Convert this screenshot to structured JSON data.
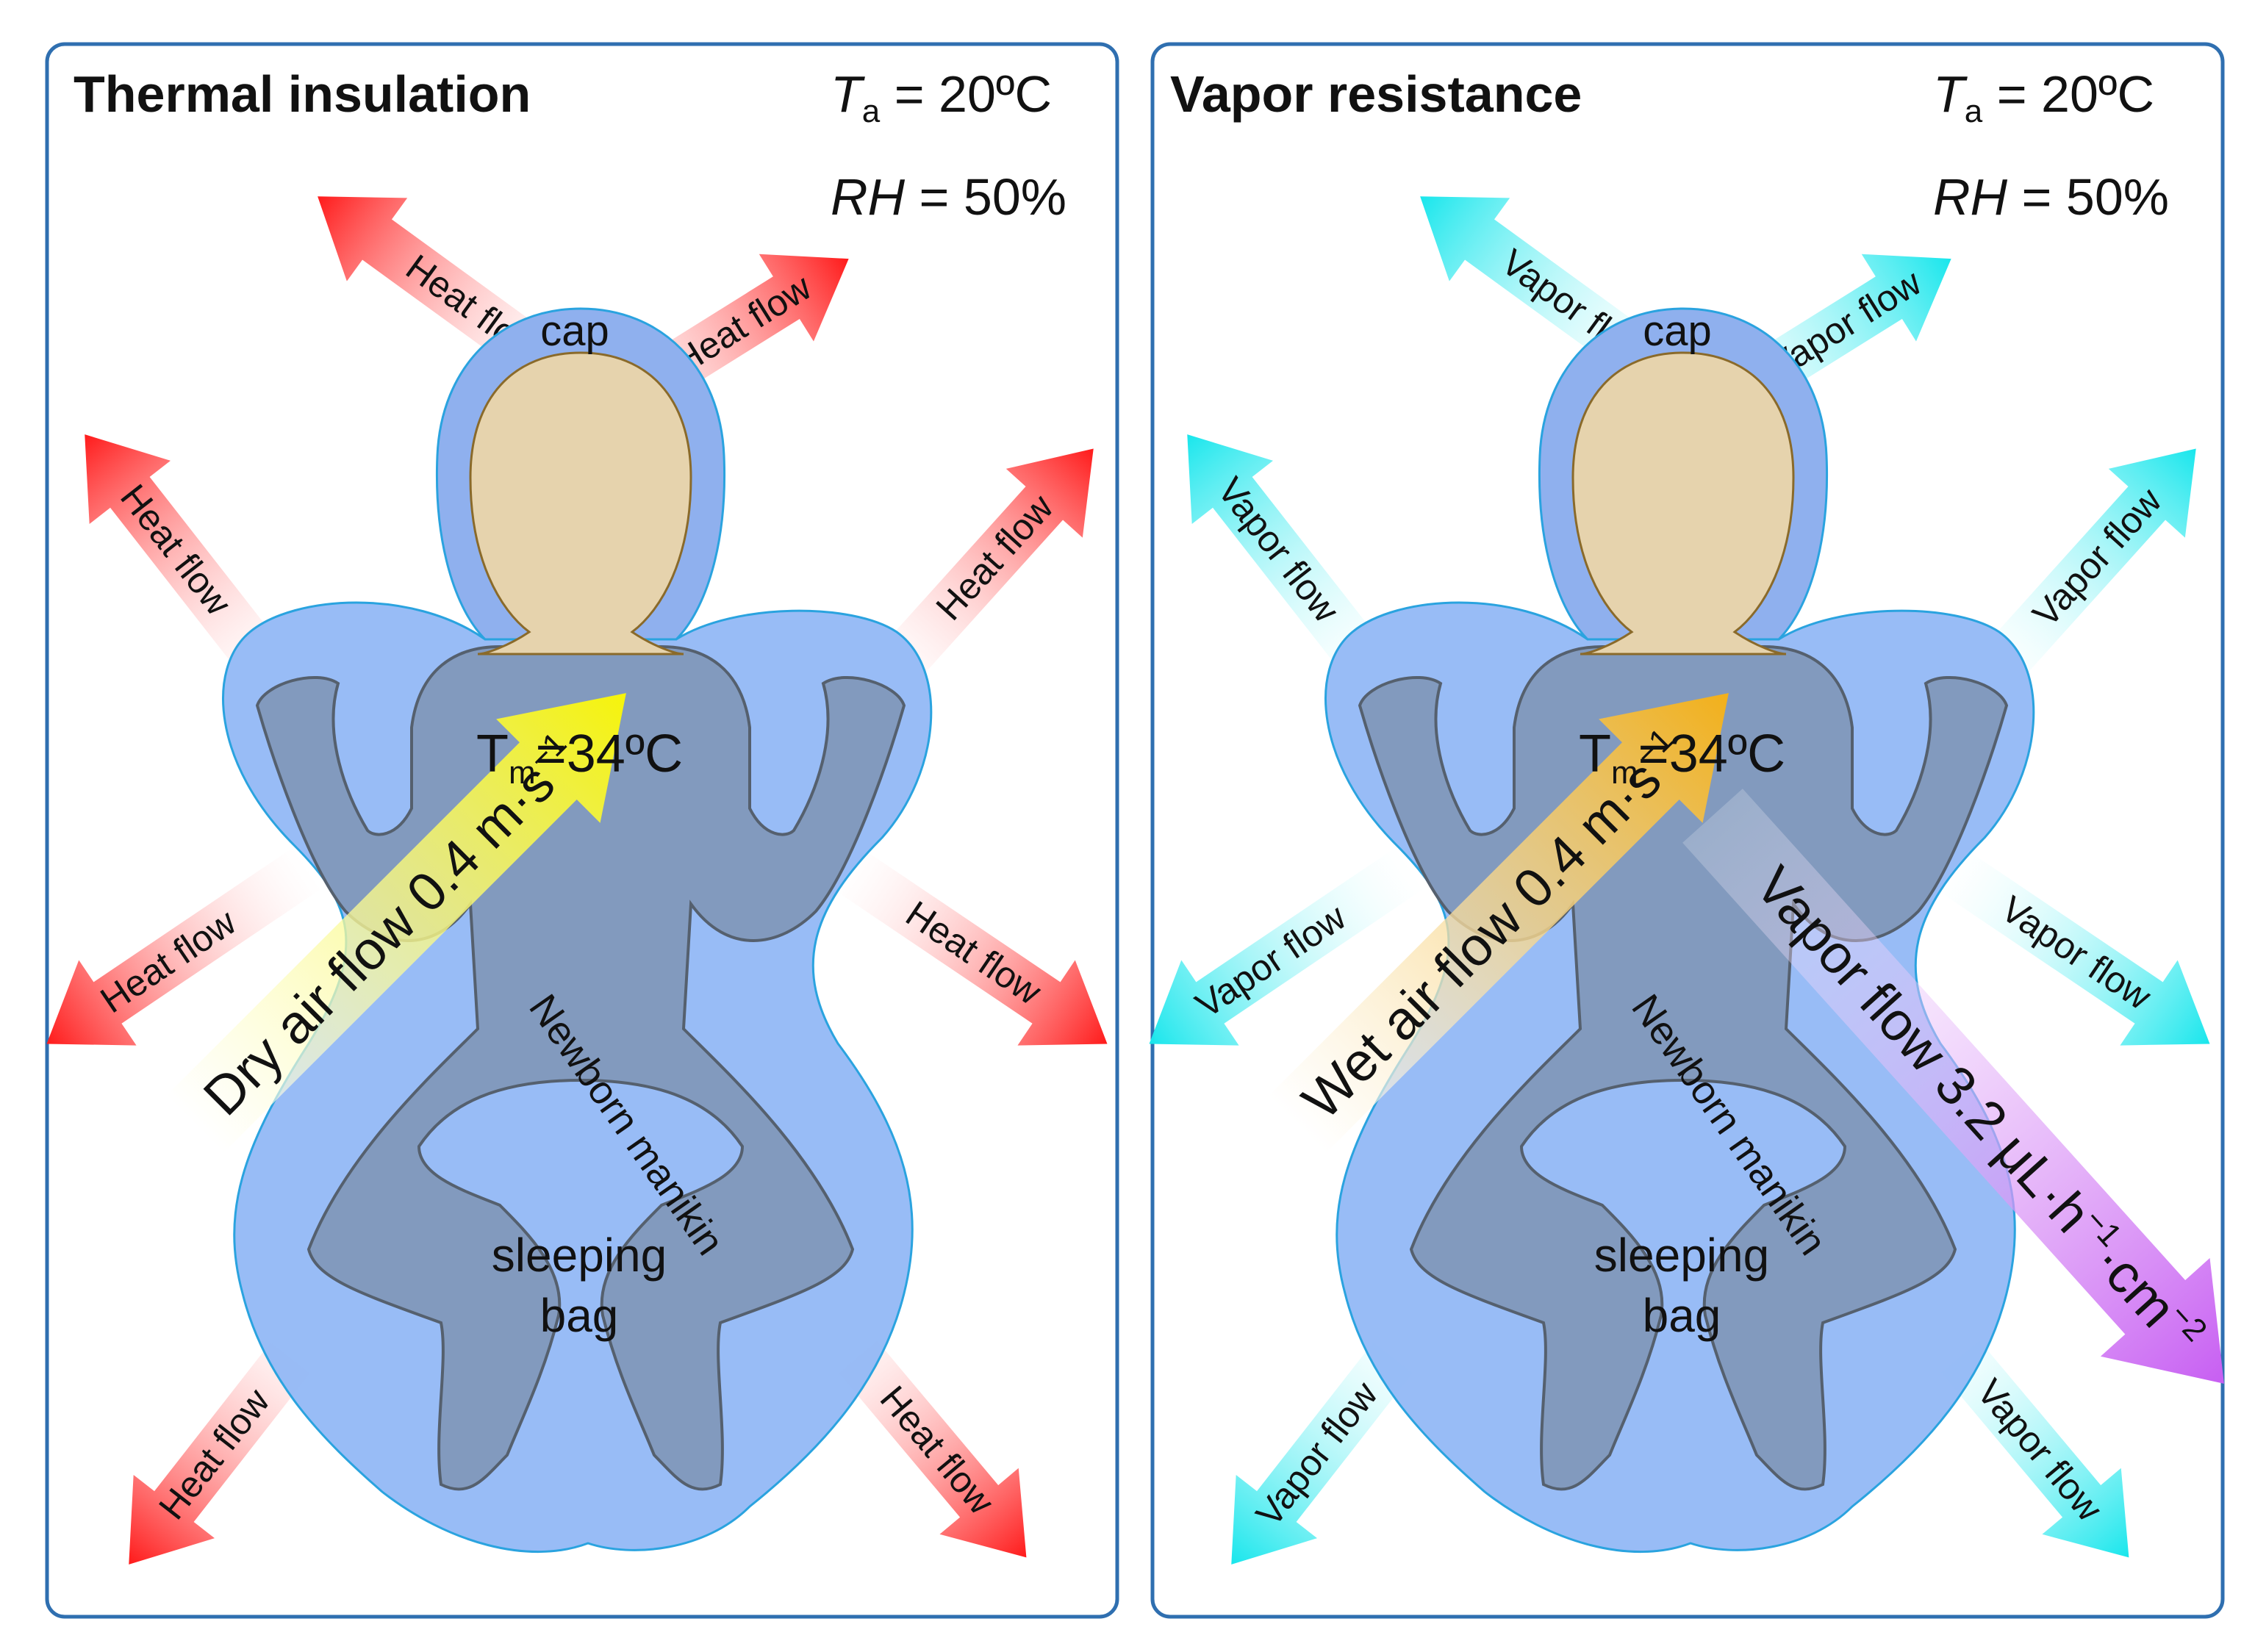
{
  "colors": {
    "panel_border": "#2f6fb0",
    "sleeping_bag": "#8fb6f5",
    "sleeping_bag_stroke": "#2aa3df",
    "manikin_body": "#7f96b8",
    "manikin_stroke": "#55606e",
    "head_skin": "#e6d3ad",
    "head_stroke": "#8a6a2a",
    "cap": "#8fb0ee",
    "heat_arrow": "#ff1f1f",
    "vapor_arrow": "#1ee8ee",
    "dry_air_arrow": "#f4f20a",
    "wet_air_arrow": "#f3b41c",
    "vapor_flow_main": "#cf6bf0"
  },
  "panels": [
    {
      "id": "thermal",
      "title": "Thermal insulation",
      "ta_symbol": "T",
      "ta_sub": "a",
      "ta_value": " = 20ºC",
      "rh_symbol": "RH",
      "rh_value": " = 50%",
      "cap_label": "cap",
      "tm_symbol": "T",
      "tm_sub": "m",
      "tm_value": "=34ºC",
      "manikin_label": "Newborn manikin",
      "bag_label_1": "sleeping",
      "bag_label_2": "bag",
      "flow_label": "Heat flow",
      "flow_icon": "heat-arrow-icon",
      "air_label": "Dry air flow 0.4 m·s",
      "air_sup": "−1"
    },
    {
      "id": "vapor",
      "title": "Vapor resistance",
      "ta_symbol": "T",
      "ta_sub": "a",
      "ta_value": " = 20ºC",
      "rh_symbol": "RH",
      "rh_value": " = 50%",
      "cap_label": "cap",
      "tm_symbol": "T",
      "tm_sub": "m",
      "tm_value": "=34ºC",
      "manikin_label": "Newborn manikin",
      "bag_label_1": "sleeping",
      "bag_label_2": "bag",
      "flow_label": "Vapor flow",
      "flow_icon": "vapor-arrow-icon",
      "air_label": "Wet air flow 0.4 m·s",
      "air_sup": "−1",
      "vapor_main_label": "Vapor flow 3.2 μL·h",
      "vapor_main_sup1": "−1",
      "vapor_main_mid": "·cm",
      "vapor_main_sup2": "−2"
    }
  ]
}
